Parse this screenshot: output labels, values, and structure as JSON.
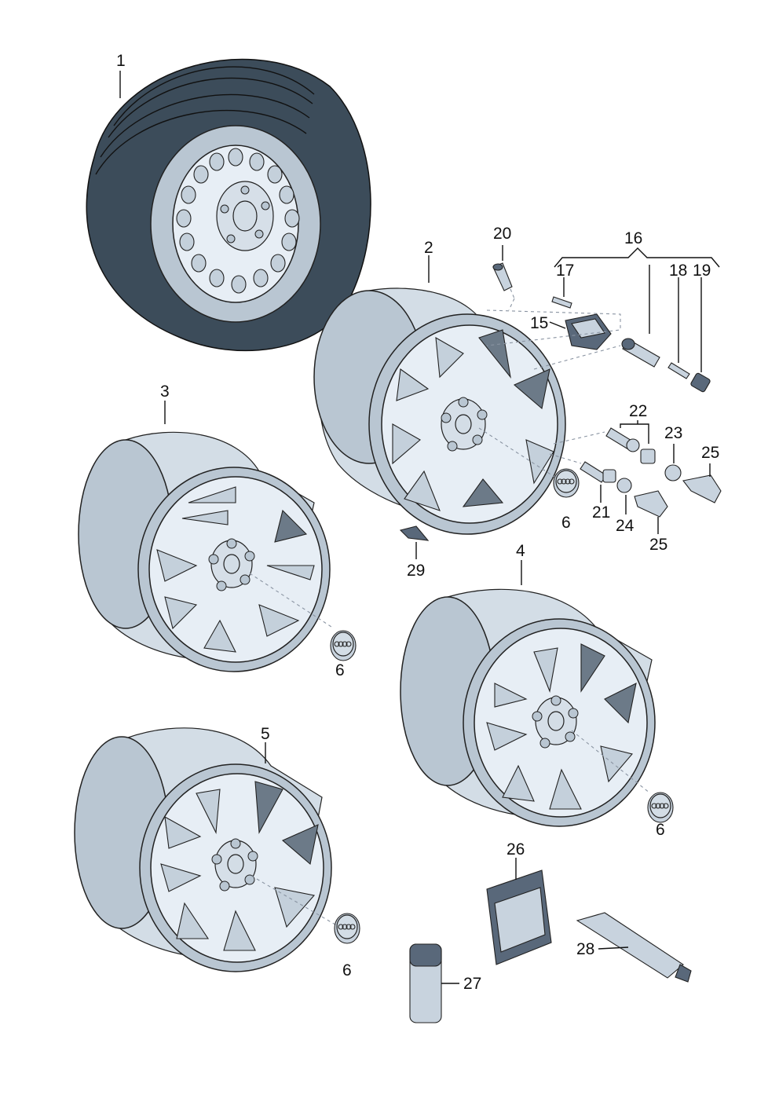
{
  "labels": {
    "l1": "1",
    "l2": "2",
    "l3": "3",
    "l4": "4",
    "l5": "5",
    "l6a": "6",
    "l6b": "6",
    "l6c": "6",
    "l6d": "6",
    "l15": "15",
    "l16": "16",
    "l17": "17",
    "l18": "18",
    "l19": "19",
    "l20": "20",
    "l21": "21",
    "l22": "22",
    "l23": "23",
    "l24": "24",
    "l25a": "25",
    "l25b": "25",
    "l26": "26",
    "l27": "27",
    "l28": "28",
    "l29": "29"
  }
}
